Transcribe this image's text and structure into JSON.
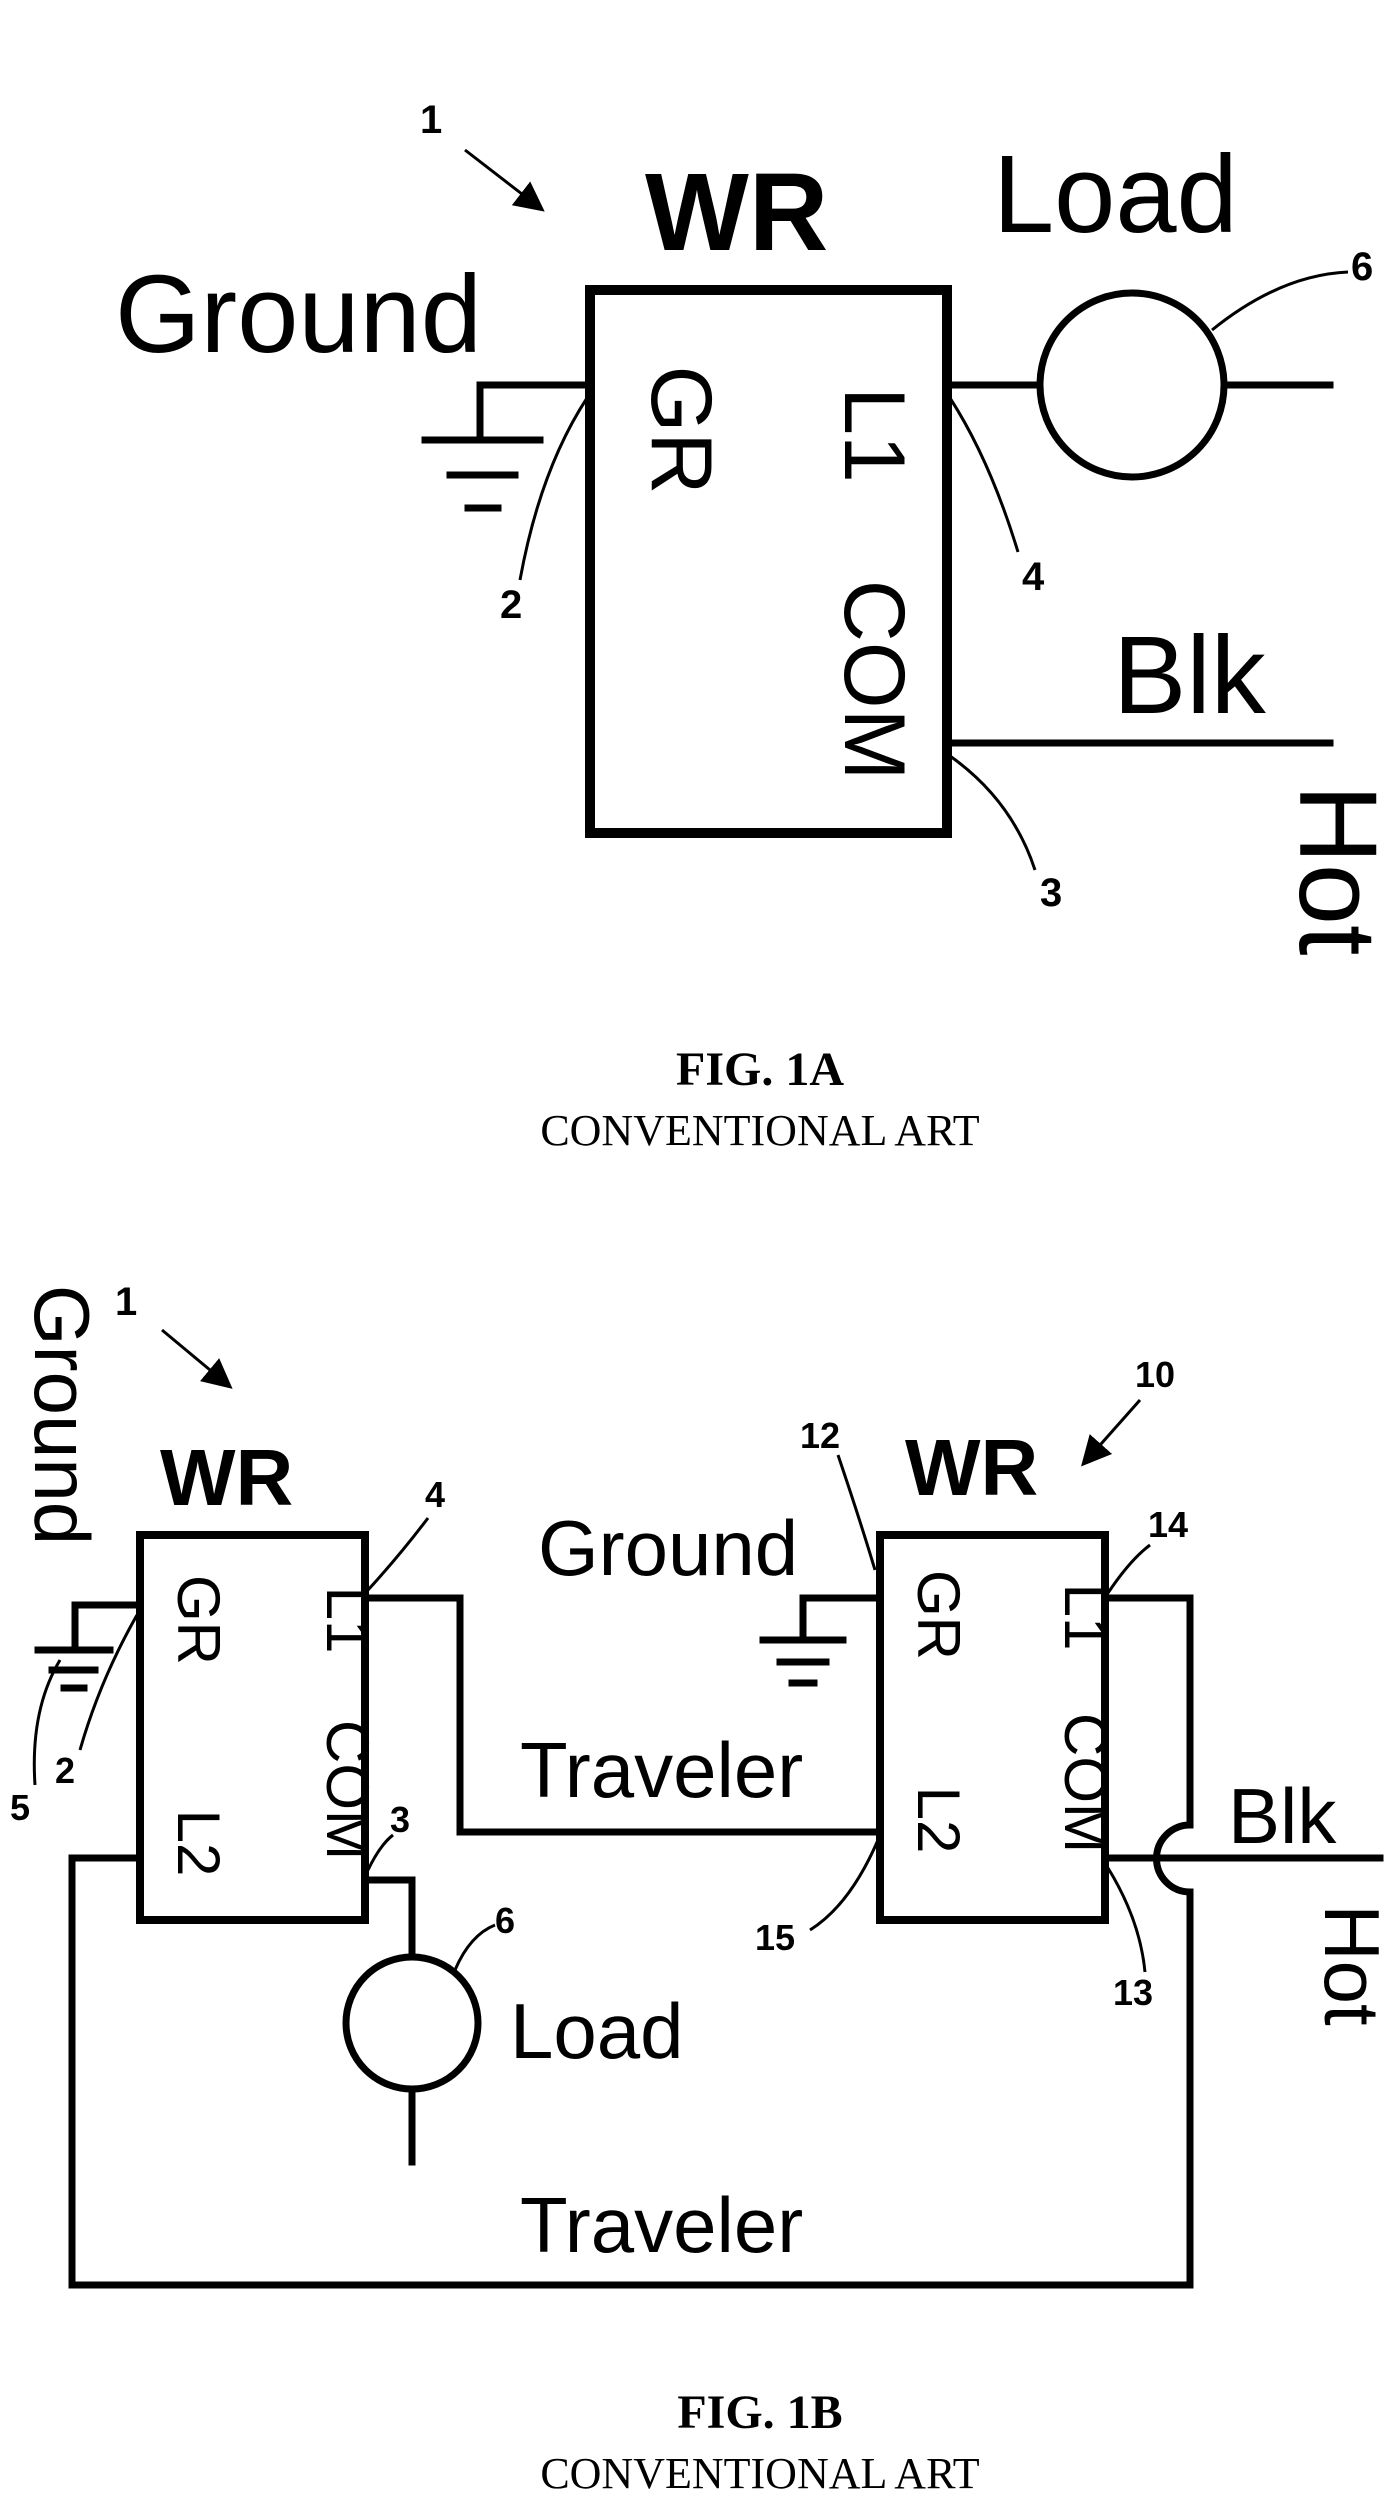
{
  "fig_1a": {
    "ref_switch": "1",
    "wr_label": "WR",
    "ground_label": "Ground",
    "load_label": "Load",
    "ref_load": "6",
    "terminal_gr": "GR",
    "terminal_l1": "L1",
    "terminal_com": "COM",
    "ref_gr": "2",
    "ref_l1": "4",
    "ref_com": "3",
    "blk_label": "Blk",
    "hot_label": "Hot",
    "caption": "FIG. 1A",
    "subcaption": "CONVENTIONAL ART"
  },
  "fig_1b": {
    "ground_left_label": "Ground",
    "ref_switch_1": "1",
    "wr_label_1": "WR",
    "ref_l1_1": "4",
    "terminal_gr_1": "GR",
    "terminal_l1_1": "L1",
    "terminal_com_1": "COM",
    "terminal_l2_1": "L2",
    "ref_5": "5",
    "ref_2": "2",
    "ref_3": "3",
    "ref_load": "6",
    "load_label": "Load",
    "traveler_top_label": "Traveler",
    "traveler_bottom_label": "Traveler",
    "ground_right_label": "Ground",
    "ref_12": "12",
    "wr_label_2": "WR",
    "ref_switch_2": "10",
    "ref_14": "14",
    "terminal_gr_2": "GR",
    "terminal_l1_2": "L1",
    "terminal_com_2": "COM",
    "terminal_l2_2": "L2",
    "ref_15": "15",
    "ref_13": "13",
    "blk_label": "Blk",
    "hot_label": "Hot",
    "caption": "FIG. 1B",
    "subcaption": "CONVENTIONAL ART"
  }
}
